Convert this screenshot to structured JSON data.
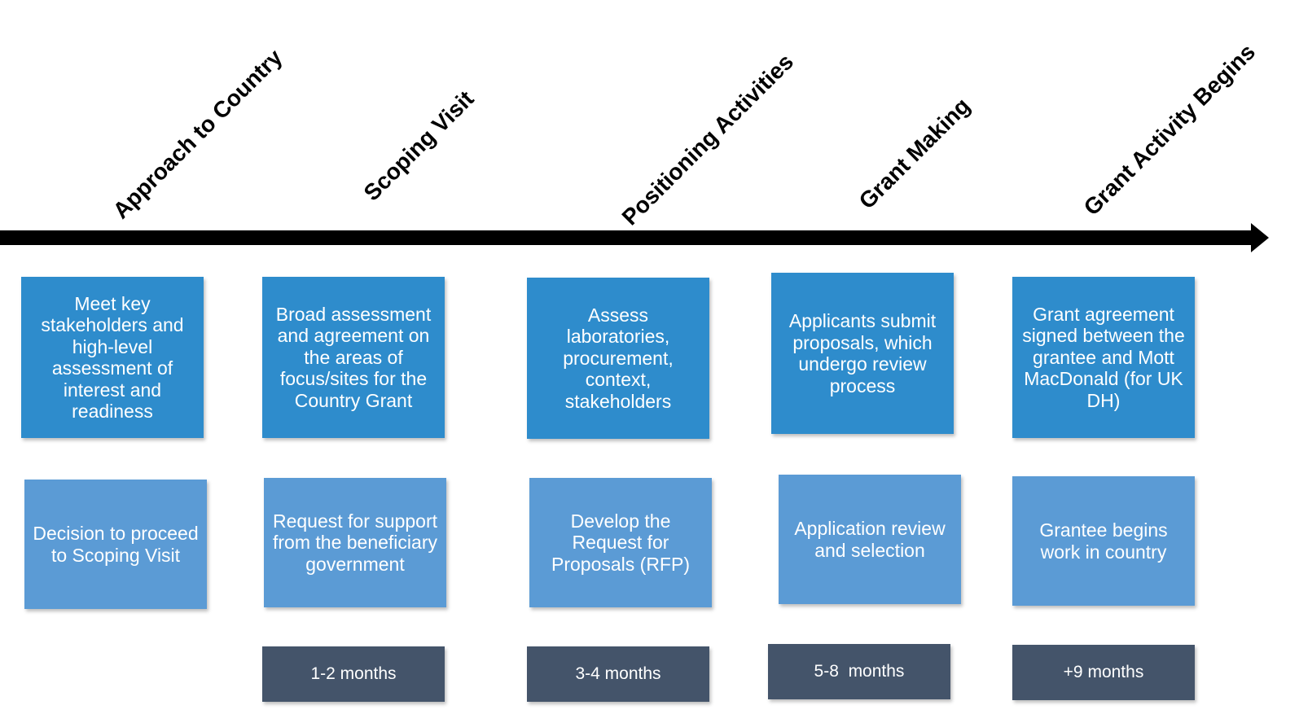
{
  "phases": [
    {
      "label": "Approach to Country",
      "description": "Meet key stakeholders and high-level assessment of interest and readiness",
      "outcome": "Decision to proceed to Scoping Visit",
      "duration": ""
    },
    {
      "label": "Scoping Visit",
      "description": "Broad assessment and agreement on the areas of focus/sites for the Country Grant",
      "outcome": "Request for support from the beneficiary government",
      "duration": "1-2 months"
    },
    {
      "label": "Positioning Activities",
      "description": "Assess laboratories, procurement, context, stakeholders",
      "outcome": "Develop the Request for Proposals (RFP)",
      "duration": "3-4 months"
    },
    {
      "label": "Grant Making",
      "description": "Applicants submit proposals, which undergo review process",
      "outcome": "Application review and selection",
      "duration": "5-8  months"
    },
    {
      "label": "Grant Activity Begins",
      "description": "Grant agreement signed between the grantee and Mott MacDonald (for UK DH)",
      "outcome": "Grantee begins work in country",
      "duration": "+9 months"
    }
  ],
  "colors": {
    "primary_box": "#2e8ccc",
    "secondary_box": "#5b9bd5",
    "duration_box": "#44546a",
    "timeline": "#000000"
  }
}
